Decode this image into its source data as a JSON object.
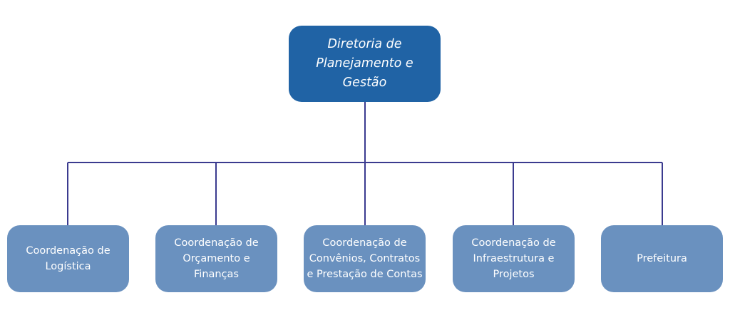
{
  "diagram": {
    "root": {
      "label": "Diretoria de Planejamento e Gestão"
    },
    "children": [
      {
        "label": "Coordenação de Logística"
      },
      {
        "label": "Coordenação de Orçamento e Finanças"
      },
      {
        "label": "Coordenação de Convênios, Contratos e Prestação de Contas"
      },
      {
        "label": "Coordenação de Infraestrutura e Projetos"
      },
      {
        "label": "Prefeitura"
      }
    ],
    "colors": {
      "root_fill": "#2063a5",
      "child_fill": "#6a91bf",
      "connector": "#3b3b8f"
    }
  }
}
